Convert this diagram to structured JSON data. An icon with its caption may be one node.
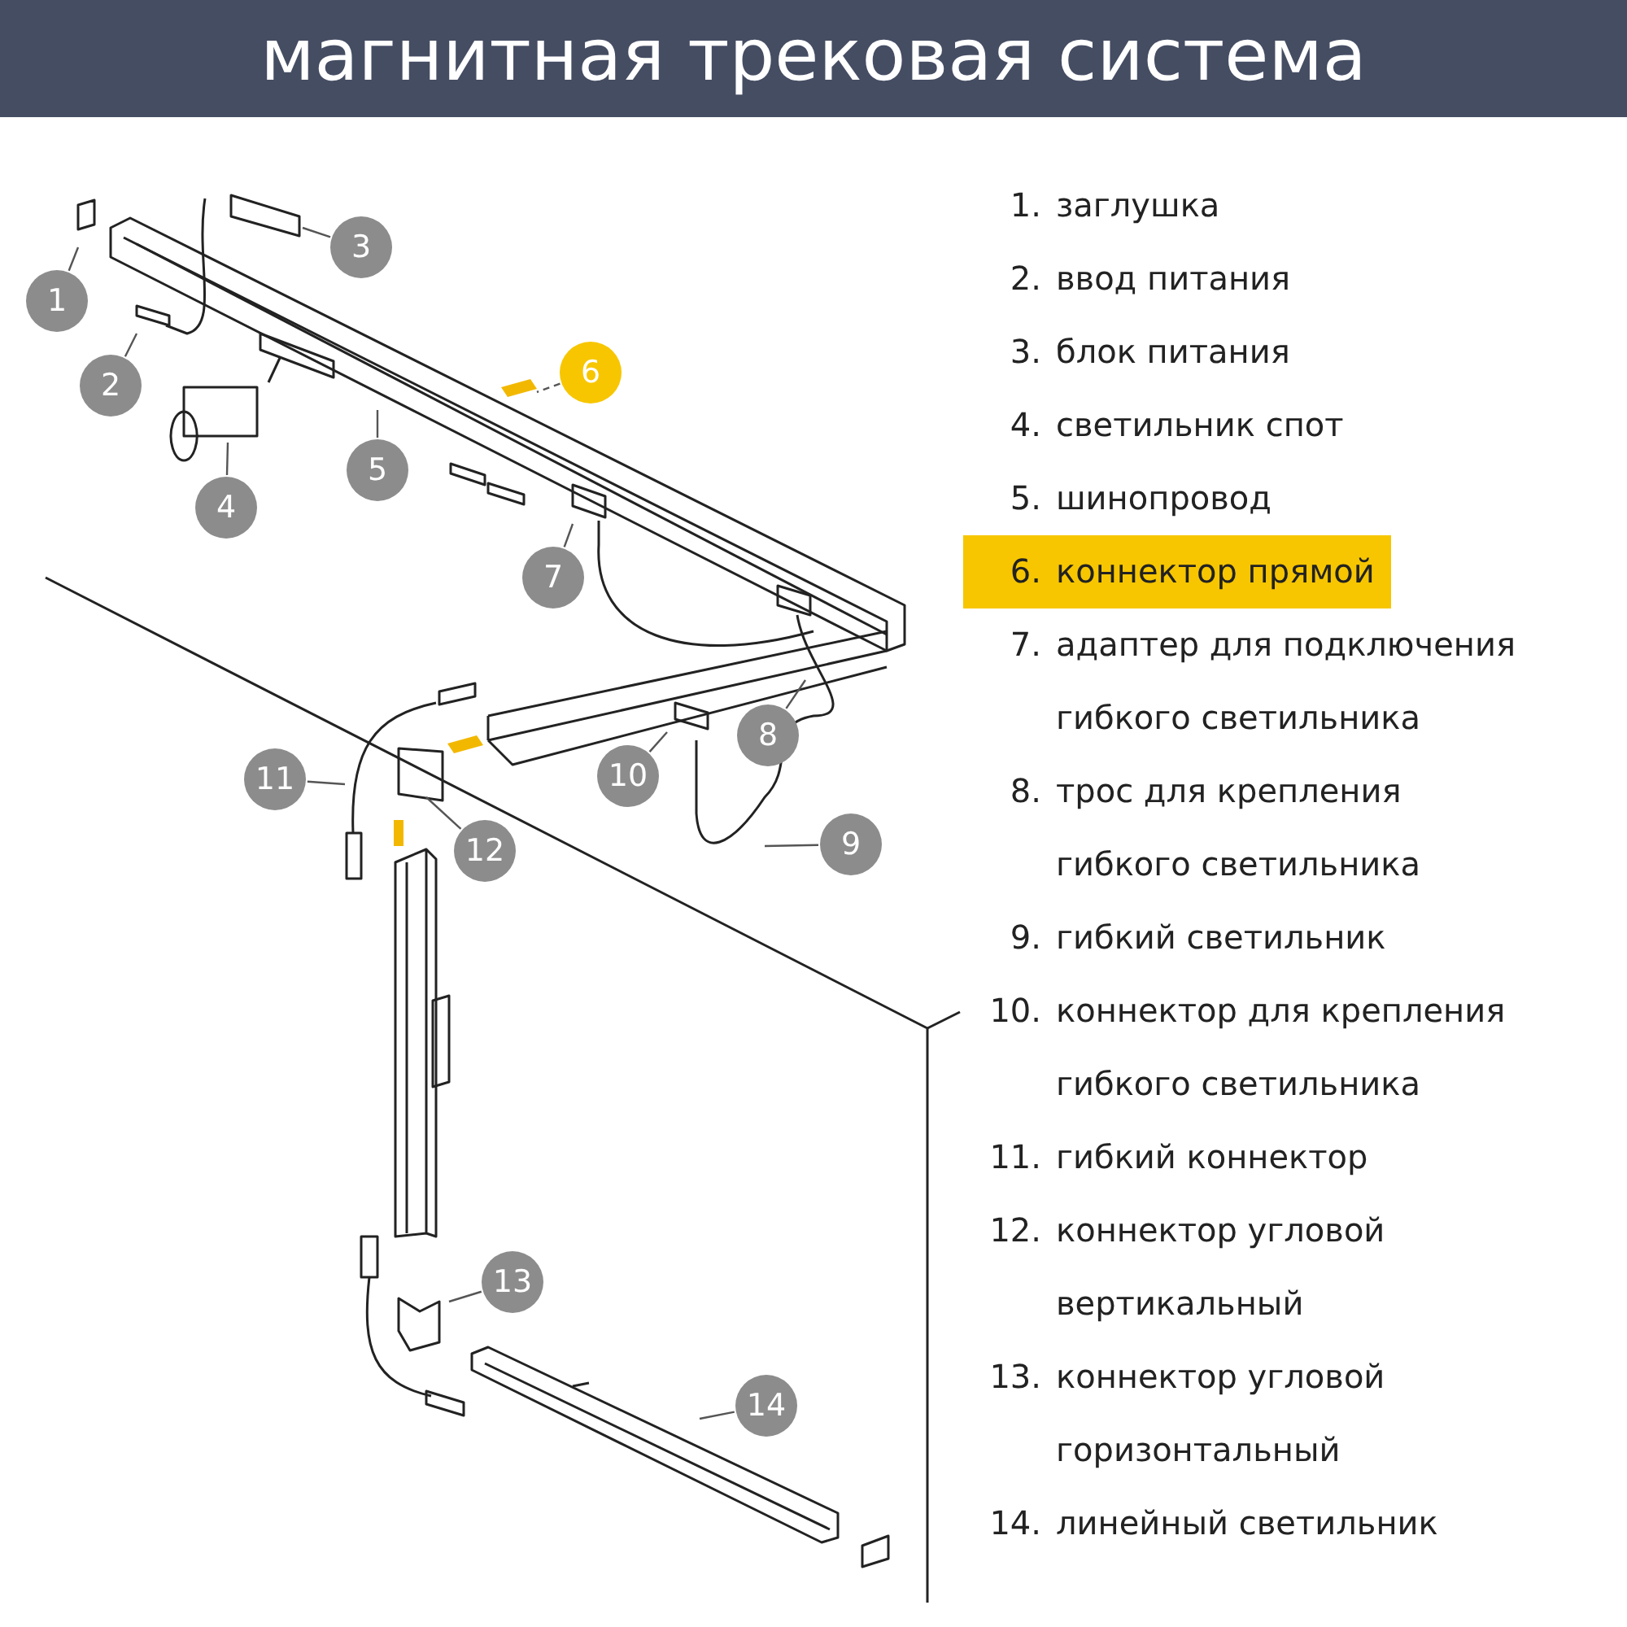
{
  "diagram": {
    "title": "магнитная трековая система",
    "nodes": [
      {
        "text": [
          "1"
        ]
      },
      {
        "text": [
          "2"
        ]
      },
      {
        "text": [
          "3"
        ]
      },
      {
        "text": [
          "4"
        ]
      },
      {
        "text": [
          "5"
        ]
      },
      {
        "text": [
          "6"
        ]
      },
      {
        "text": [
          "7"
        ]
      },
      {
        "text": [
          "8"
        ]
      },
      {
        "text": [
          "9"
        ]
      },
      {
        "text": [
          "10"
        ]
      },
      {
        "text": [
          "11"
        ]
      },
      {
        "text": [
          "12"
        ]
      },
      {
        "text": [
          "13"
        ]
      },
      {
        "text": [
          "14"
        ]
      }
    ],
    "edges": [
      {
        "from": 0,
        "to": null,
        "arrow": "none"
      },
      {
        "from": 1,
        "to": null,
        "arrow": "none"
      },
      {
        "from": 2,
        "to": null,
        "arrow": "none"
      },
      {
        "from": 3,
        "to": null,
        "arrow": "none"
      },
      {
        "from": 4,
        "to": null,
        "arrow": "none"
      },
      {
        "from": 5,
        "to": null,
        "arrow": "none",
        "style": "dashed"
      },
      {
        "from": 6,
        "to": null,
        "arrow": "none"
      },
      {
        "from": 7,
        "to": null,
        "arrow": "none"
      },
      {
        "from": 8,
        "to": null,
        "arrow": "none"
      },
      {
        "from": 9,
        "to": null,
        "arrow": "none"
      },
      {
        "from": 10,
        "to": null,
        "arrow": "none"
      },
      {
        "from": 11,
        "to": null,
        "arrow": "none"
      },
      {
        "from": 12,
        "to": null,
        "arrow": "none"
      },
      {
        "from": 13,
        "to": null,
        "arrow": "none"
      }
    ],
    "labels": [
      "1.",
      "заглушка",
      "2.",
      "ввод питания",
      "3.",
      "блок питания",
      "4.",
      "светильник спот",
      "5.",
      "шинопровод",
      "6.",
      "коннектор прямой",
      "7.",
      "адаптер для подключения гибкого светильника",
      "8.",
      "трос для крепления гибкого светильника",
      "9.",
      "гибкий светильник",
      "10.",
      "коннектор для крепления гибкого светильника",
      "11.",
      "гибкий коннектор",
      "12.",
      "коннектор угловой вертикальный",
      "13.",
      "коннектор угловой горизонтальный",
      "14.",
      "линейный светильник"
    ]
  }
}
